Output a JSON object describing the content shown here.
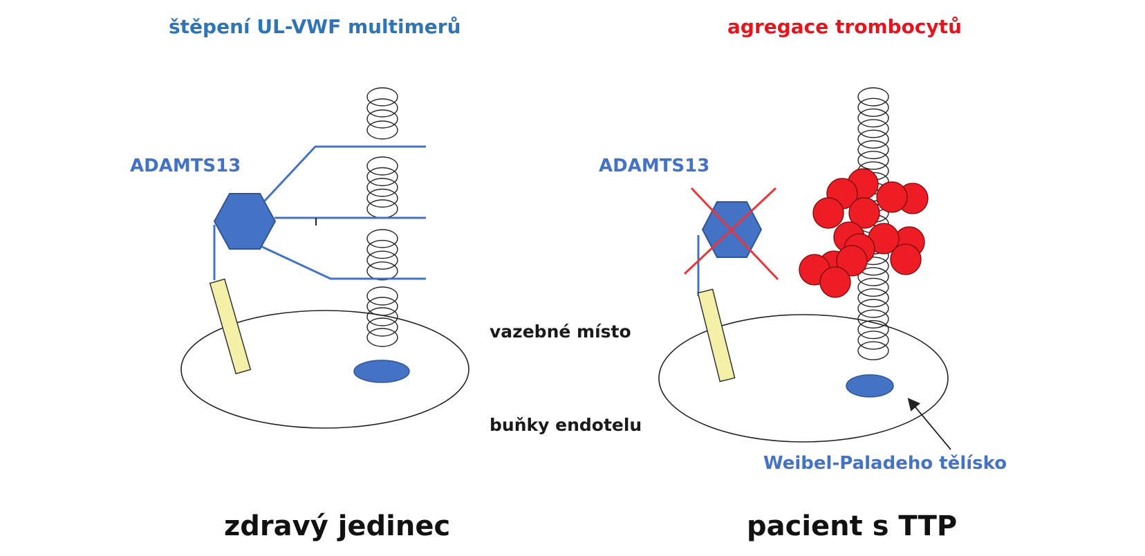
{
  "labels": {
    "left_title": "štěpení UL-VWF multimerů",
    "right_title": "agregace trombocytů",
    "left_enzyme": "ADAMTS13",
    "right_enzyme": "ADAMTS13",
    "binding_site": "vazebné místo",
    "endothelial_cells": "buňky endotelu",
    "weibel_palade": "Weibel-Paladeho tělísko",
    "left_caption": "zdravý jedinec",
    "right_caption": "pacient s TTP"
  },
  "colors": {
    "enzyme_blue": "#4472c4",
    "title_blue": "#2e75b6",
    "platelet_red": "#ee1c24",
    "cross_red": "#ec3438",
    "receptor_yellow": "#f4f0a8",
    "outline": "#222222"
  }
}
